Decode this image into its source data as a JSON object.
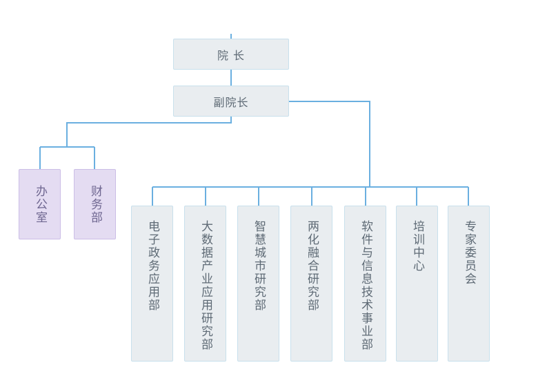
{
  "org": {
    "president": "院 长",
    "vice_president": "副院长",
    "admin_units": [
      "办公室",
      "财务部"
    ],
    "departments": [
      "电子政务应用部",
      "大数据产业应用研究部",
      "智慧城市研究部",
      "两化融合研究部",
      "软件与信息技术事业部",
      "培训中心",
      "专家委员会"
    ]
  },
  "colors": {
    "connector": "#6aafe0",
    "box_fill": "#e9edf0",
    "box_border": "#c8e0ec",
    "admin_fill": "#e4dcf2",
    "text": "#5e6a75"
  }
}
